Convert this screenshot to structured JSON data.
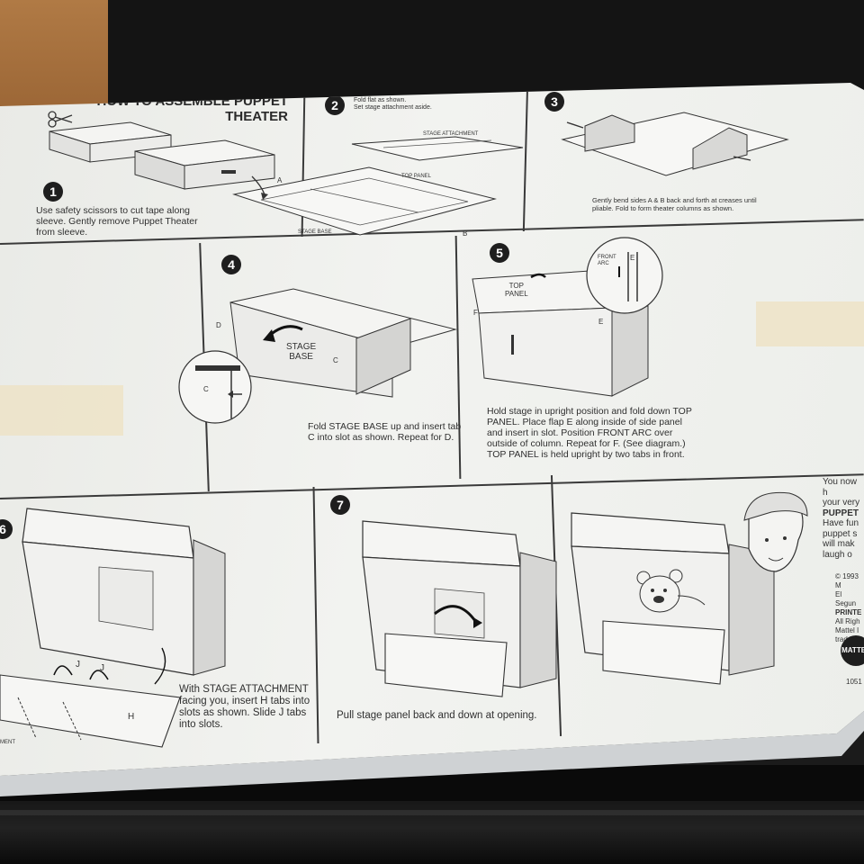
{
  "title_lines": [
    "HOW TO ASSEMBLE PUPPET",
    "THEATER"
  ],
  "steps": [
    {
      "number": "1",
      "caption_lines": [
        "Use safety scissors to cut tape along",
        "sleeve. Gently remove Puppet Theater",
        "from sleeve."
      ]
    },
    {
      "number": "2",
      "caption_lines": [
        "Fold flat as shown.",
        "Set stage attachment aside."
      ]
    },
    {
      "number": "3",
      "caption_lines": [
        "Gently bend sides A & B back and forth at creases until",
        "pliable. Fold to form theater columns as shown."
      ]
    },
    {
      "number": "4",
      "caption_lines": [
        "Fold STAGE BASE up and insert tab",
        "C into slot as shown. Repeat for D."
      ]
    },
    {
      "number": "5",
      "caption_lines": [
        "Hold stage in upright position and fold down TOP",
        "PANEL. Place flap E along inside of side panel",
        "and insert in slot. Position FRONT ARC over",
        "outside of column. Repeat for F. (See diagram.)",
        "TOP PANEL is held upright by two tabs in front."
      ]
    },
    {
      "number": "6",
      "caption_lines": [
        "With STAGE ATTACHMENT",
        "facing you, insert H tabs into",
        "slots as shown. Slide J tabs",
        "into slots."
      ]
    },
    {
      "number": "7",
      "caption_lines": [
        "Pull stage panel back and down at opening."
      ]
    }
  ],
  "diagram_labels": {
    "stage_attachment": "STAGE ATTACHMENT",
    "top_panel": "TOP PANEL",
    "stage_base": "STAGE BASE",
    "a": "A",
    "b": "B",
    "c": "C",
    "d": "D",
    "e": "E",
    "f": "F",
    "h": "H",
    "j": "J",
    "stage_base_3d": [
      "STAGE",
      "BASE"
    ],
    "top_panel_3d": [
      "TOP",
      "PANEL"
    ],
    "front_arc": [
      "FRONT",
      "ARC"
    ],
    "ment_fragment": "MENT"
  },
  "right_column_lines": [
    "You now h",
    "your very",
    "PUPPET",
    "Have fun",
    "puppet s",
    "will mak",
    "laugh o"
  ],
  "copyright_lines": [
    "© 1993 M",
    "El Segun",
    "PRINTE",
    "All Righ",
    "Mattel I",
    "tradem"
  ],
  "logo_text": "MATTEL",
  "code_fragment": "1051",
  "colors": {
    "card": "#eeefec",
    "ink": "#2a2a2a",
    "tape": "#ede3c9",
    "table": "#141414"
  }
}
